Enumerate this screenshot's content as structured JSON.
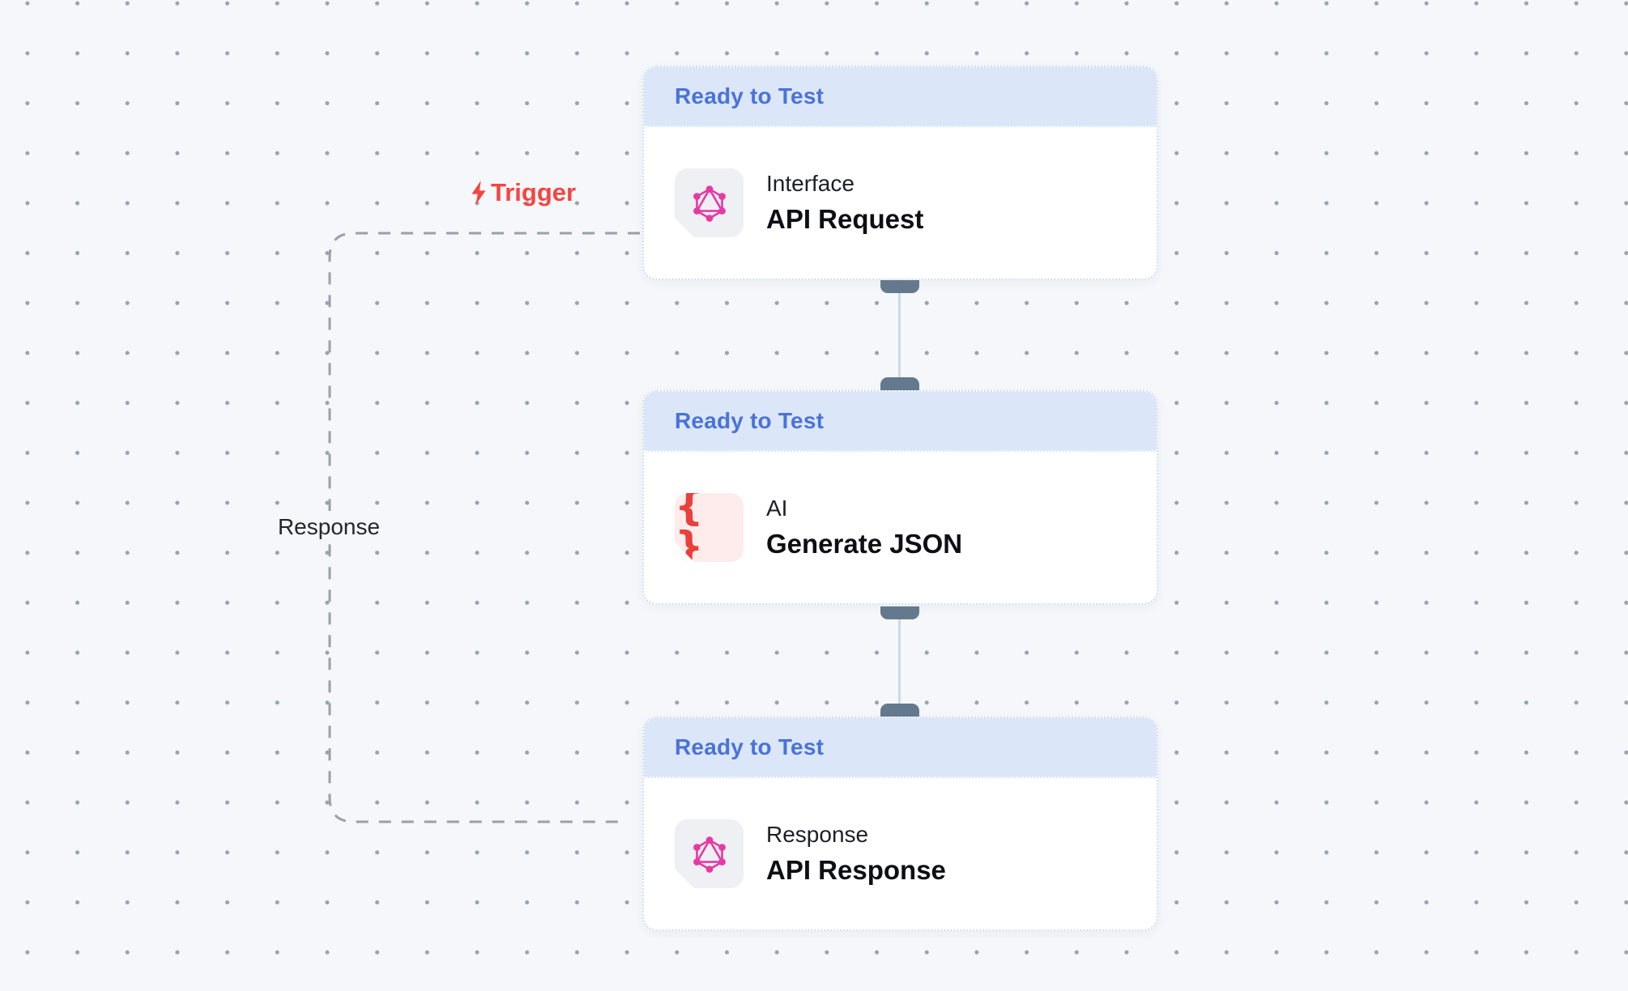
{
  "canvas": {
    "background": "#f5f7fa",
    "dot_color": "#9ca3ad"
  },
  "edges": {
    "trigger_label": "Trigger",
    "response_label": "Response",
    "loop_color": "#9aa0a8",
    "line_color": "#ccd9e9",
    "handle_color": "#64798e"
  },
  "nodes": [
    {
      "status": "Ready to Test",
      "category": "Interface",
      "title": "API Request",
      "icon": "graphql-icon"
    },
    {
      "status": "Ready to Test",
      "category": "AI",
      "title": "Generate JSON",
      "icon": "json-braces-icon",
      "glyph": "{ }"
    },
    {
      "status": "Ready to Test",
      "category": "Response",
      "title": "API Response",
      "icon": "graphql-icon"
    }
  ],
  "colors": {
    "status_text": "#4a72d9",
    "status_bg": "#dbe7f8",
    "trigger_red": "#f44542",
    "graphql_pink": "#e53aa4",
    "braces_red": "#e8403a"
  }
}
